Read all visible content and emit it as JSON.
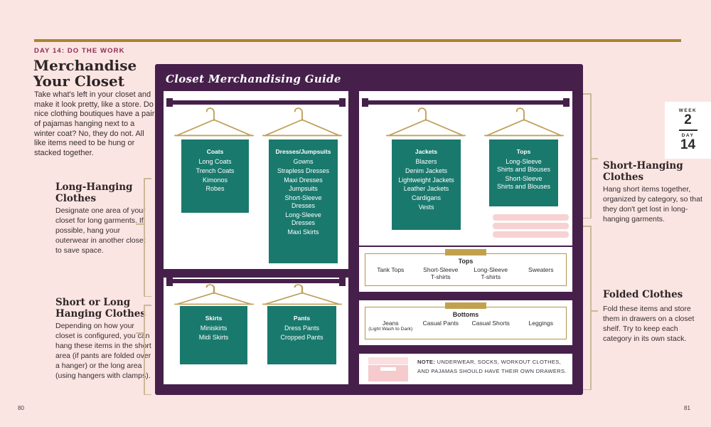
{
  "page": {
    "kicker": "DAY 14: DO THE WORK",
    "title": "Merchandise\nYour Closet",
    "intro": "Take what's left in your closet and make it look pretty, like a store. Do nice clothing boutiques have a pair of pajamas hanging next to a winter coat? No, they do not. All like items need to be hung or stacked together.",
    "left_page_number": "80",
    "right_page_number": "81"
  },
  "week_tab": {
    "week_label": "WEEK",
    "week_value": "2",
    "day_label": "DAY",
    "day_value": "14"
  },
  "annotations": [
    {
      "id": "long-hanging",
      "title": "Long-Hanging\nClothes",
      "body": "Designate one area of your closet for long garments. If possible, hang your outerwear in another closet to save space."
    },
    {
      "id": "short-or-long",
      "title": "Short or Long\nHanging Clothes",
      "body": "Depending on how your closet is configured, you can hang these items in the short area (if pants are folded over a hanger) or the long area (using hangers with clamps)."
    },
    {
      "id": "short-hanging",
      "title": "Short-Hanging\nClothes",
      "body": "Hang short items together, organized by category, so that they don't get lost in long-hanging garments."
    },
    {
      "id": "folded",
      "title": "Folded Clothes",
      "body": "Fold these items and store them in drawers on a closet shelf. Try to keep each category in its own stack."
    }
  ],
  "diagram": {
    "title": "Closet Merchandising Guide",
    "hanging_sections": [
      {
        "id": "long-hanging-area",
        "cards": [
          {
            "title": "Coats",
            "items": [
              "Long Coats",
              "Trench Coats",
              "Kimonos",
              "Robes"
            ]
          },
          {
            "title": "Dresses/Jumpsuits",
            "items": [
              "Gowns",
              "Strapless Dresses",
              "Maxi Dresses",
              "Jumpsuits",
              "Short-Sleeve\nDresses",
              "Long-Sleeve\nDresses",
              "Maxi Skirts"
            ]
          }
        ]
      },
      {
        "id": "short-hanging-area",
        "cards": [
          {
            "title": "Jackets",
            "items": [
              "Blazers",
              "Denim Jackets",
              "Lightweight Jackets",
              "Leather Jackets",
              "Cardigans",
              "Vests"
            ]
          },
          {
            "title": "Tops",
            "items": [
              "Long-Sleeve\nShirts and Blouses",
              "Short-Sleeve\nShirts and Blouses"
            ]
          }
        ]
      },
      {
        "id": "short-or-long-area",
        "cards": [
          {
            "title": "Skirts",
            "items": [
              "Miniskirts",
              "Midi Skirts"
            ]
          },
          {
            "title": "Pants",
            "items": [
              "Dress Pants",
              "Cropped Pants"
            ]
          }
        ]
      }
    ],
    "folded_sections": [
      {
        "title": "Tops",
        "items": [
          {
            "label": "Tank Tops"
          },
          {
            "label": "Short-Sleeve\nT-shirts"
          },
          {
            "label": "Long-Sleeve\nT-shirts"
          },
          {
            "label": "Sweaters"
          }
        ]
      },
      {
        "title": "Bottoms",
        "items": [
          {
            "label": "Jeans",
            "note": "(Light Wash to Dark)"
          },
          {
            "label": "Casual Pants"
          },
          {
            "label": "Casual Shorts"
          },
          {
            "label": "Leggings"
          }
        ]
      }
    ],
    "note": {
      "label": "NOTE:",
      "text_line1": "UNDERWEAR, SOCKS, WORKOUT CLOTHES,",
      "text_line2": "AND PAJAMAS SHOULD HAVE THEIR OWN DRAWERS."
    }
  },
  "colors": {
    "background": "#fbe5e2",
    "purple": "#46204b",
    "teal": "#19796d",
    "gold": "#bfa05a",
    "rule_gold": "#a8862f",
    "bracket_tan": "#cdb897",
    "kicker": "#8e2a52",
    "text": "#332b2e",
    "pink_accent": "#f7d2d3"
  }
}
